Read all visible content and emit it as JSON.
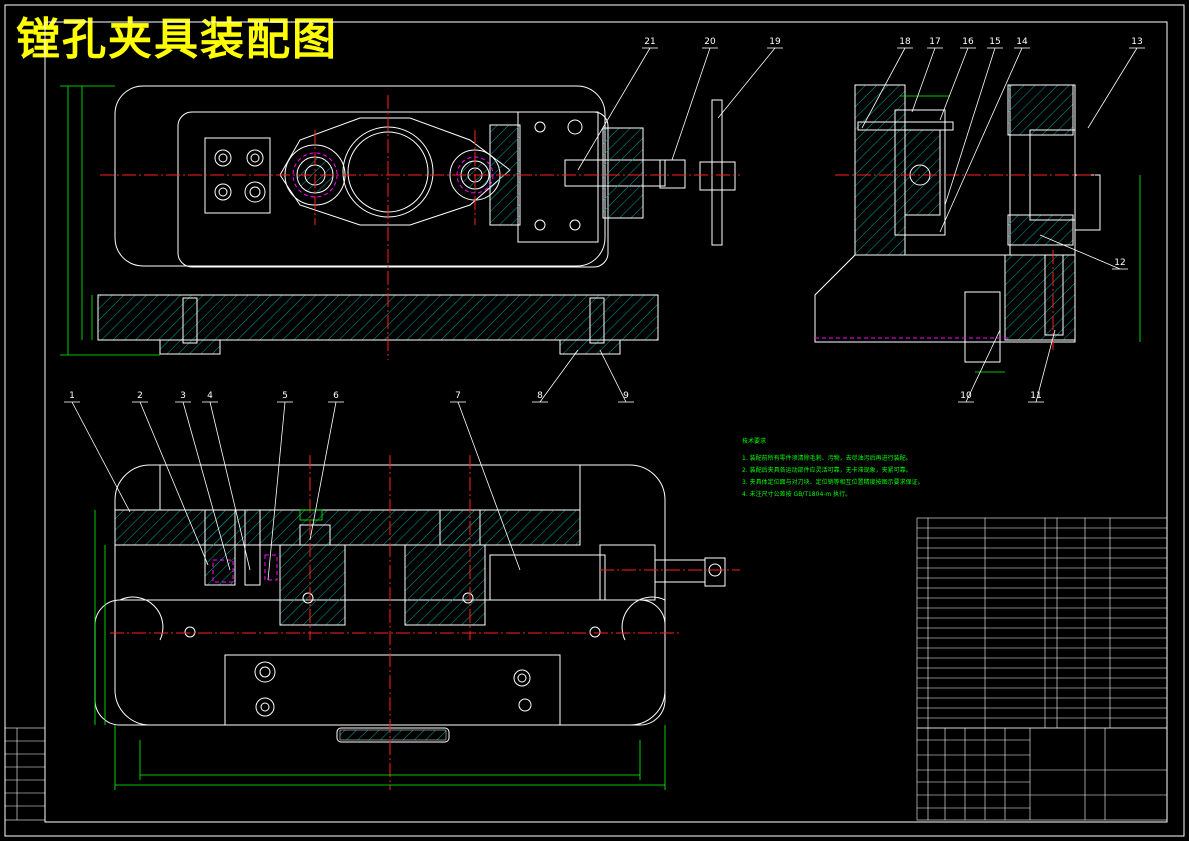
{
  "title": "镗孔夹具装配图",
  "balloons_top": [
    "21",
    "20",
    "19"
  ],
  "balloons_side": [
    "18",
    "17",
    "16",
    "15",
    "14",
    "13",
    "12",
    "10",
    "11"
  ],
  "balloons_bottom": [
    "1",
    "2",
    "3",
    "4",
    "5",
    "6",
    "7",
    "8",
    "9"
  ],
  "colors": {
    "outline": "#ffffff",
    "hatch": "#00a0a0",
    "centerline": "#ff2020",
    "dimension": "#00ff00",
    "hidden": "#ff00ff",
    "title": "#ffff00",
    "background": "#000000"
  },
  "requirements": {
    "heading": "技术要求",
    "lines": [
      "1. 装配前所有零件须清除毛刺、污物，去尽油污后再进行装配。",
      "2. 装配后夹具各运动部件应灵活可靠，无卡滞现象，夹紧可靠。",
      "3. 夹具体定位面与对刀块、定位销等相互位置精度按图示要求保证。",
      "4. 未注尺寸公差按 GB/T1804-m 执行。"
    ]
  }
}
